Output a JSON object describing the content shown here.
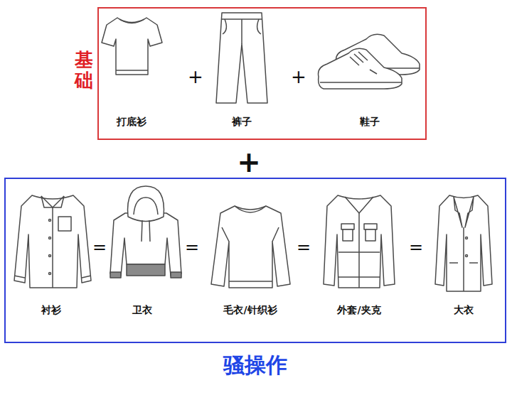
{
  "diagram": {
    "nodes": [
      {
        "text": [
          "基础"
        ]
      },
      {
        "text": [
          "骚操作"
        ]
      }
    ],
    "labels": [
      "+",
      "+",
      "打底衫",
      "裤子",
      "鞋子",
      "+",
      "=",
      "=",
      "=",
      "=",
      "衬衫",
      "卫衣",
      "毛衣/针织衫",
      "外套/夹克",
      "大衣"
    ]
  }
}
